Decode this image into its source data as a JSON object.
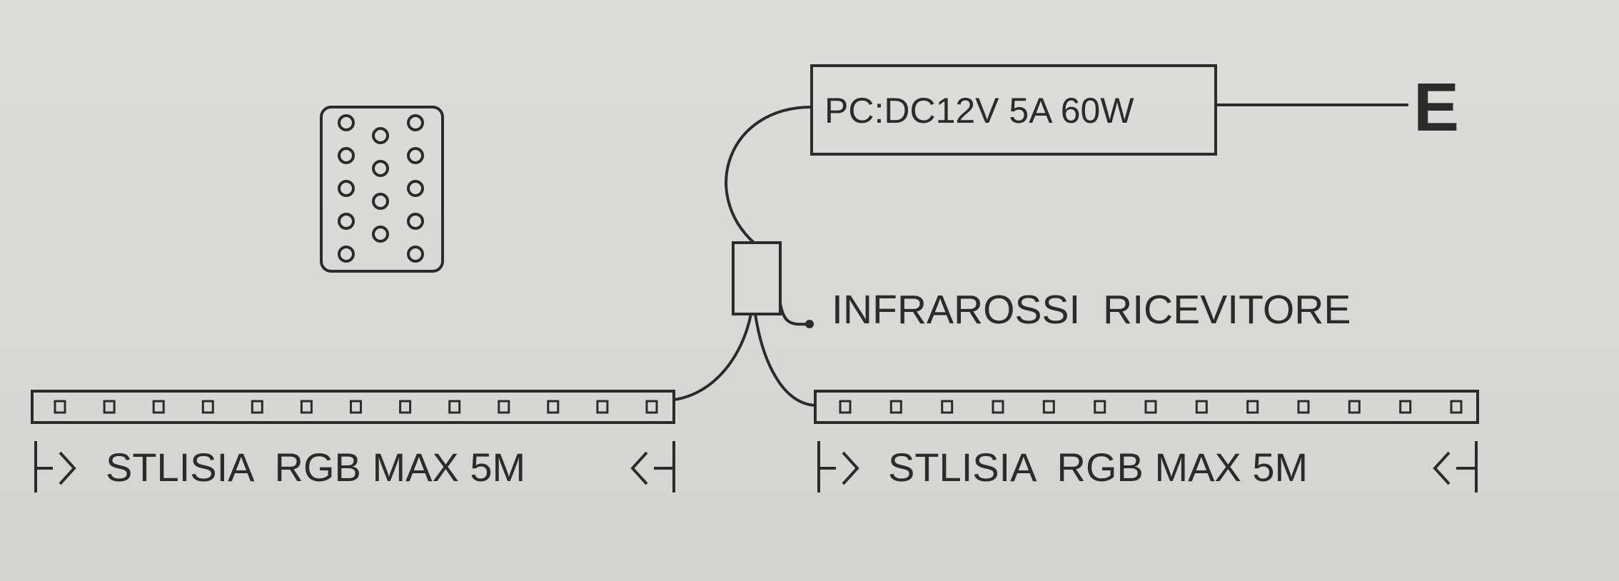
{
  "power_supply": {
    "label": "PC:DC12V 5A 60W"
  },
  "plug": {
    "label": "E"
  },
  "receiver": {
    "label": "INFRAROSSI  RICEVITORE"
  },
  "strip_left": {
    "label": "STLISIA  RGB MAX 5M",
    "led_count": 13
  },
  "strip_right": {
    "label": "STLISIA  RGB MAX 5M",
    "led_count": 13
  },
  "remote": {
    "button_rows": [
      3,
      3,
      3,
      3,
      3
    ]
  },
  "colors": {
    "ink": "#2b2b2b",
    "background": "#d9d9d7",
    "box_fill": "#e4e4e2"
  }
}
